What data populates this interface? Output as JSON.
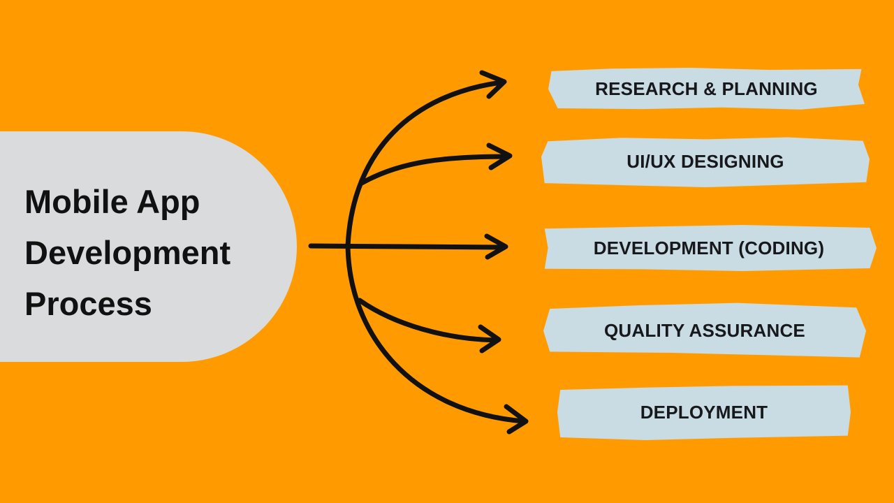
{
  "title": {
    "lines": [
      "Mobile App",
      "Development",
      "Process"
    ]
  },
  "steps": [
    {
      "label": "RESEARCH & PLANNING"
    },
    {
      "label": "UI/UX DESIGNING"
    },
    {
      "label": "DEVELOPMENT (CODING)"
    },
    {
      "label": "QUALITY ASSURANCE"
    },
    {
      "label": "DEPLOYMENT"
    }
  ],
  "colors": {
    "background": "#FF9B00",
    "title_panel": "#D9DBDC",
    "step_strip": "#C9DBE3",
    "arrow": "#111111"
  }
}
